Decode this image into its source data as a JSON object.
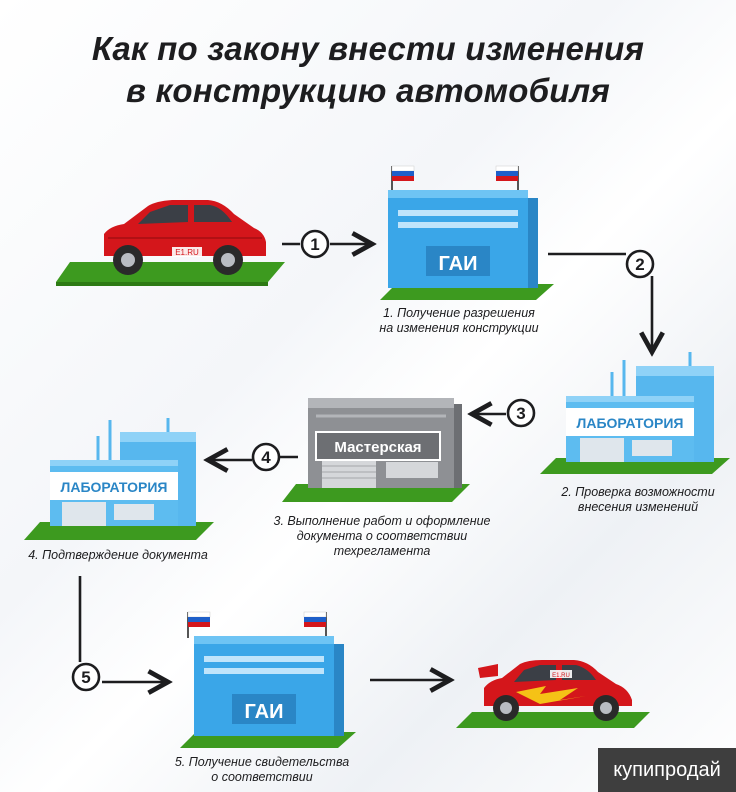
{
  "title": {
    "line1": "Как по закону внести изменения",
    "line2": "в конструкцию автомобиля"
  },
  "steps": [
    {
      "number": "1",
      "caption": [
        "1. Получение разрешения",
        "на изменения конструкции"
      ]
    },
    {
      "number": "2",
      "caption": [
        "2. Проверка возможности",
        "внесения изменений"
      ]
    },
    {
      "number": "3",
      "caption": [
        "3. Выполнение работ и оформление",
        "документа о соответствии",
        "техрегламента"
      ]
    },
    {
      "number": "4",
      "caption": [
        "4. Подтверждение документа"
      ]
    },
    {
      "number": "5",
      "caption": [
        "5. Получение свидетельства",
        "о соответствии"
      ]
    }
  ],
  "buildings": {
    "gai_label": "ГАИ",
    "lab_label": "ЛАБОРАТОРИЯ",
    "workshop_label": "Мастерская"
  },
  "car_plate": "E1.RU",
  "watermark": "купипродай",
  "colors": {
    "gai_blue": "#3aa6e8",
    "lab_blue": "#57b7ee",
    "workshop_gray": "#8e9094",
    "grass": "#3d9a1f",
    "car_red": "#d4161b",
    "arrow": "#1d1d1f"
  }
}
